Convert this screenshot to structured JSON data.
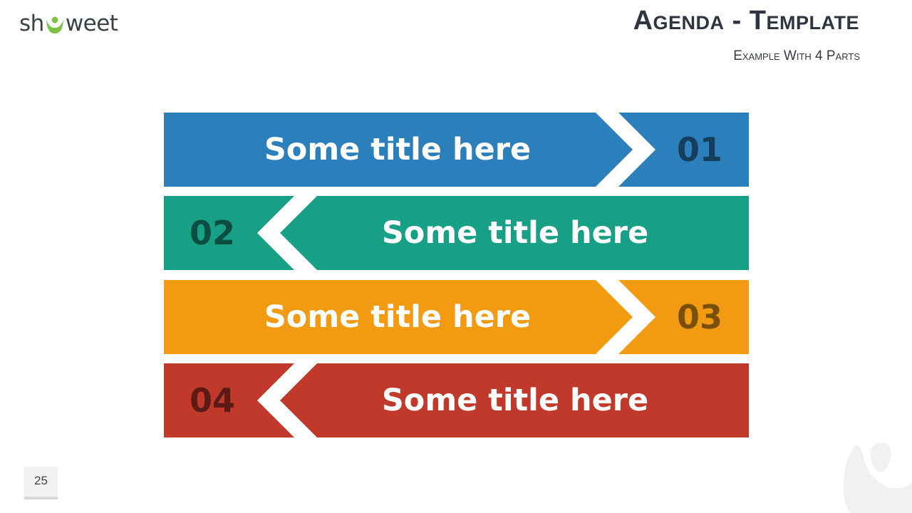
{
  "brand": {
    "text_before": "sh",
    "text_after": "weet",
    "accent_color": "#7cc142"
  },
  "header": {
    "title": "Agenda - Template",
    "subtitle": "Example With 4 Parts"
  },
  "agenda": {
    "items": [
      {
        "number": "01",
        "label": "Some title here",
        "color": "#2b7fba",
        "number_color": "#153d5c",
        "direction": "right"
      },
      {
        "number": "02",
        "label": "Some title here",
        "color": "#18a086",
        "number_color": "#0b4d40",
        "direction": "left"
      },
      {
        "number": "03",
        "label": "Some title here",
        "color": "#f29b12",
        "number_color": "#7a4f09",
        "direction": "right"
      },
      {
        "number": "04",
        "label": "Some title here",
        "color": "#c0392b",
        "number_color": "#5c1b15",
        "direction": "left"
      }
    ]
  },
  "footer": {
    "page_number": "25"
  }
}
